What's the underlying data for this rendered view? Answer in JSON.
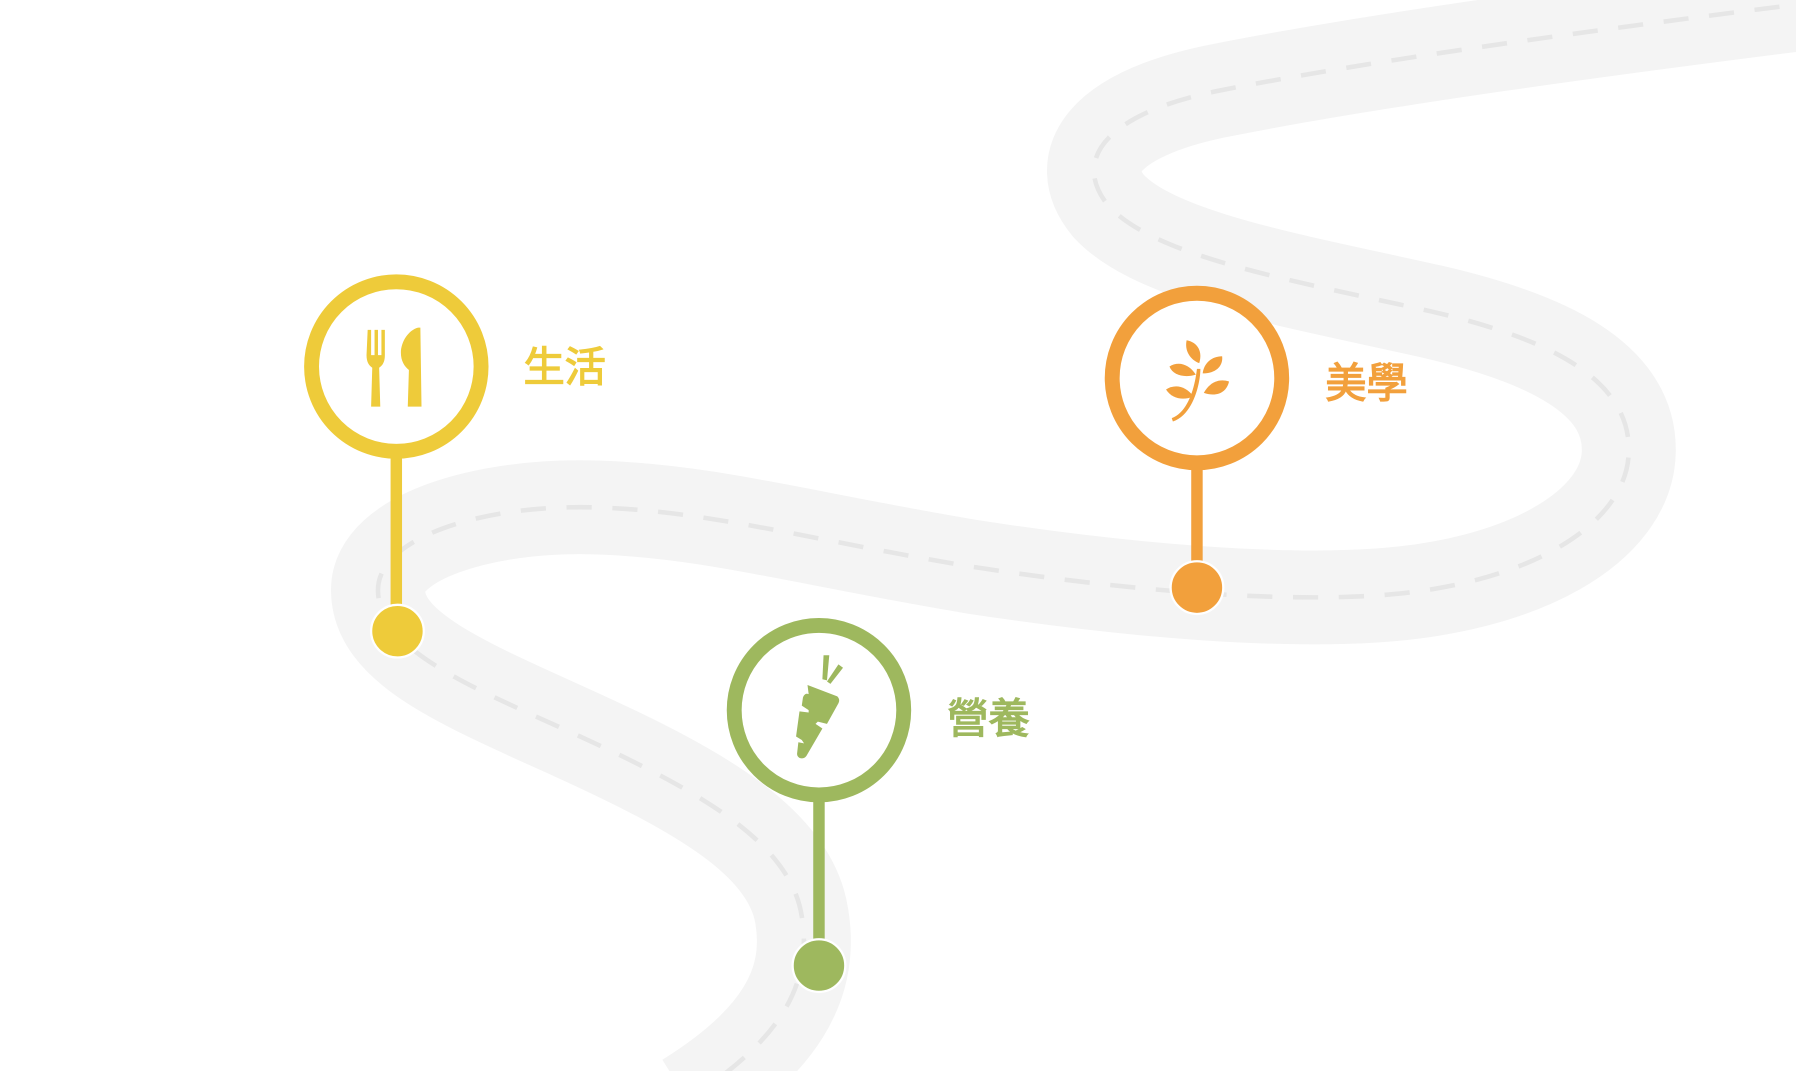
{
  "colors": {
    "road": "#f4f4f4",
    "road_dash": "#e6e6e6",
    "life": "#eecb3a",
    "aesthetics": "#f2a03c",
    "nutrition": "#9eb85e"
  },
  "milestones": [
    {
      "id": "life",
      "label": "生活",
      "icon": "fork-knife-icon"
    },
    {
      "id": "nutrition",
      "label": "營養",
      "icon": "carrot-icon"
    },
    {
      "id": "aesthetics",
      "label": "美學",
      "icon": "sprout-icon"
    }
  ]
}
